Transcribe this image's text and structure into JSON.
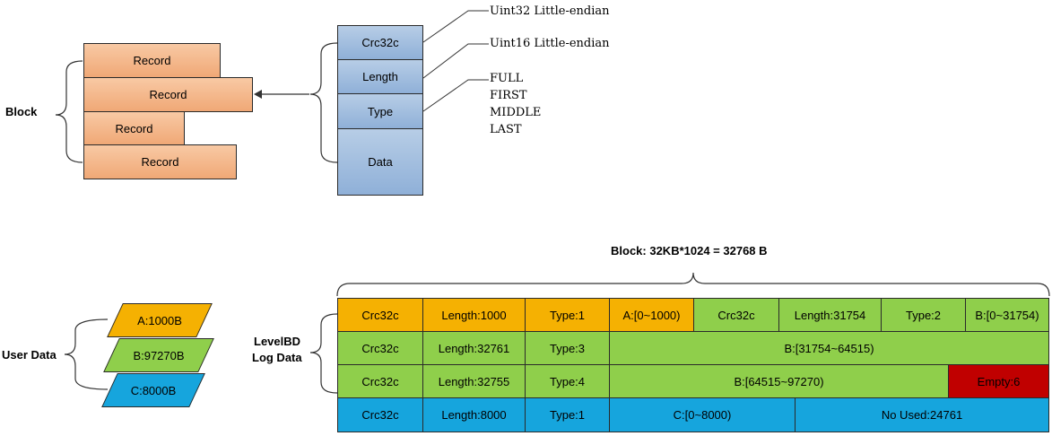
{
  "colors": {
    "record": "#f0a876",
    "field": "#8fb0d8",
    "orange": "#f5b102",
    "green": "#8fcf4b",
    "blue": "#16a5dd",
    "red": "#c00000"
  },
  "top": {
    "block_label": "Block",
    "records": [
      "Record",
      "Record",
      "Record",
      "Record"
    ],
    "fields": [
      "Crc32c",
      "Length",
      "Type",
      "Data"
    ],
    "annotations": {
      "crc": "Uint32 Little-endian",
      "length": "Uint16 Little-endian",
      "type_values": [
        "FULL",
        "FIRST",
        "MIDDLE",
        "LAST"
      ]
    }
  },
  "bottom": {
    "user_data_label": "User Data",
    "user_data": [
      "A:1000B",
      "B:97270B",
      "C:8000B"
    ],
    "block_title": "Block: 32KB*1024 = 32768 B",
    "log_label_line1": "LevelBD",
    "log_label_line2": "Log Data",
    "rows": [
      [
        "Crc32c",
        "Length:1000",
        "Type:1",
        "A:[0~1000)",
        "Crc32c",
        "Length:31754",
        "Type:2",
        "B:[0~31754)"
      ],
      [
        "Crc32c",
        "Length:32761",
        "Type:3",
        "B:[31754~64515)"
      ],
      [
        "Crc32c",
        "Length:32755",
        "Type:4",
        "B:[64515~97270)",
        "Empty:6"
      ],
      [
        "Crc32c",
        "Length:8000",
        "Type:1",
        "C:[0~8000)",
        "No Used:24761"
      ]
    ]
  }
}
